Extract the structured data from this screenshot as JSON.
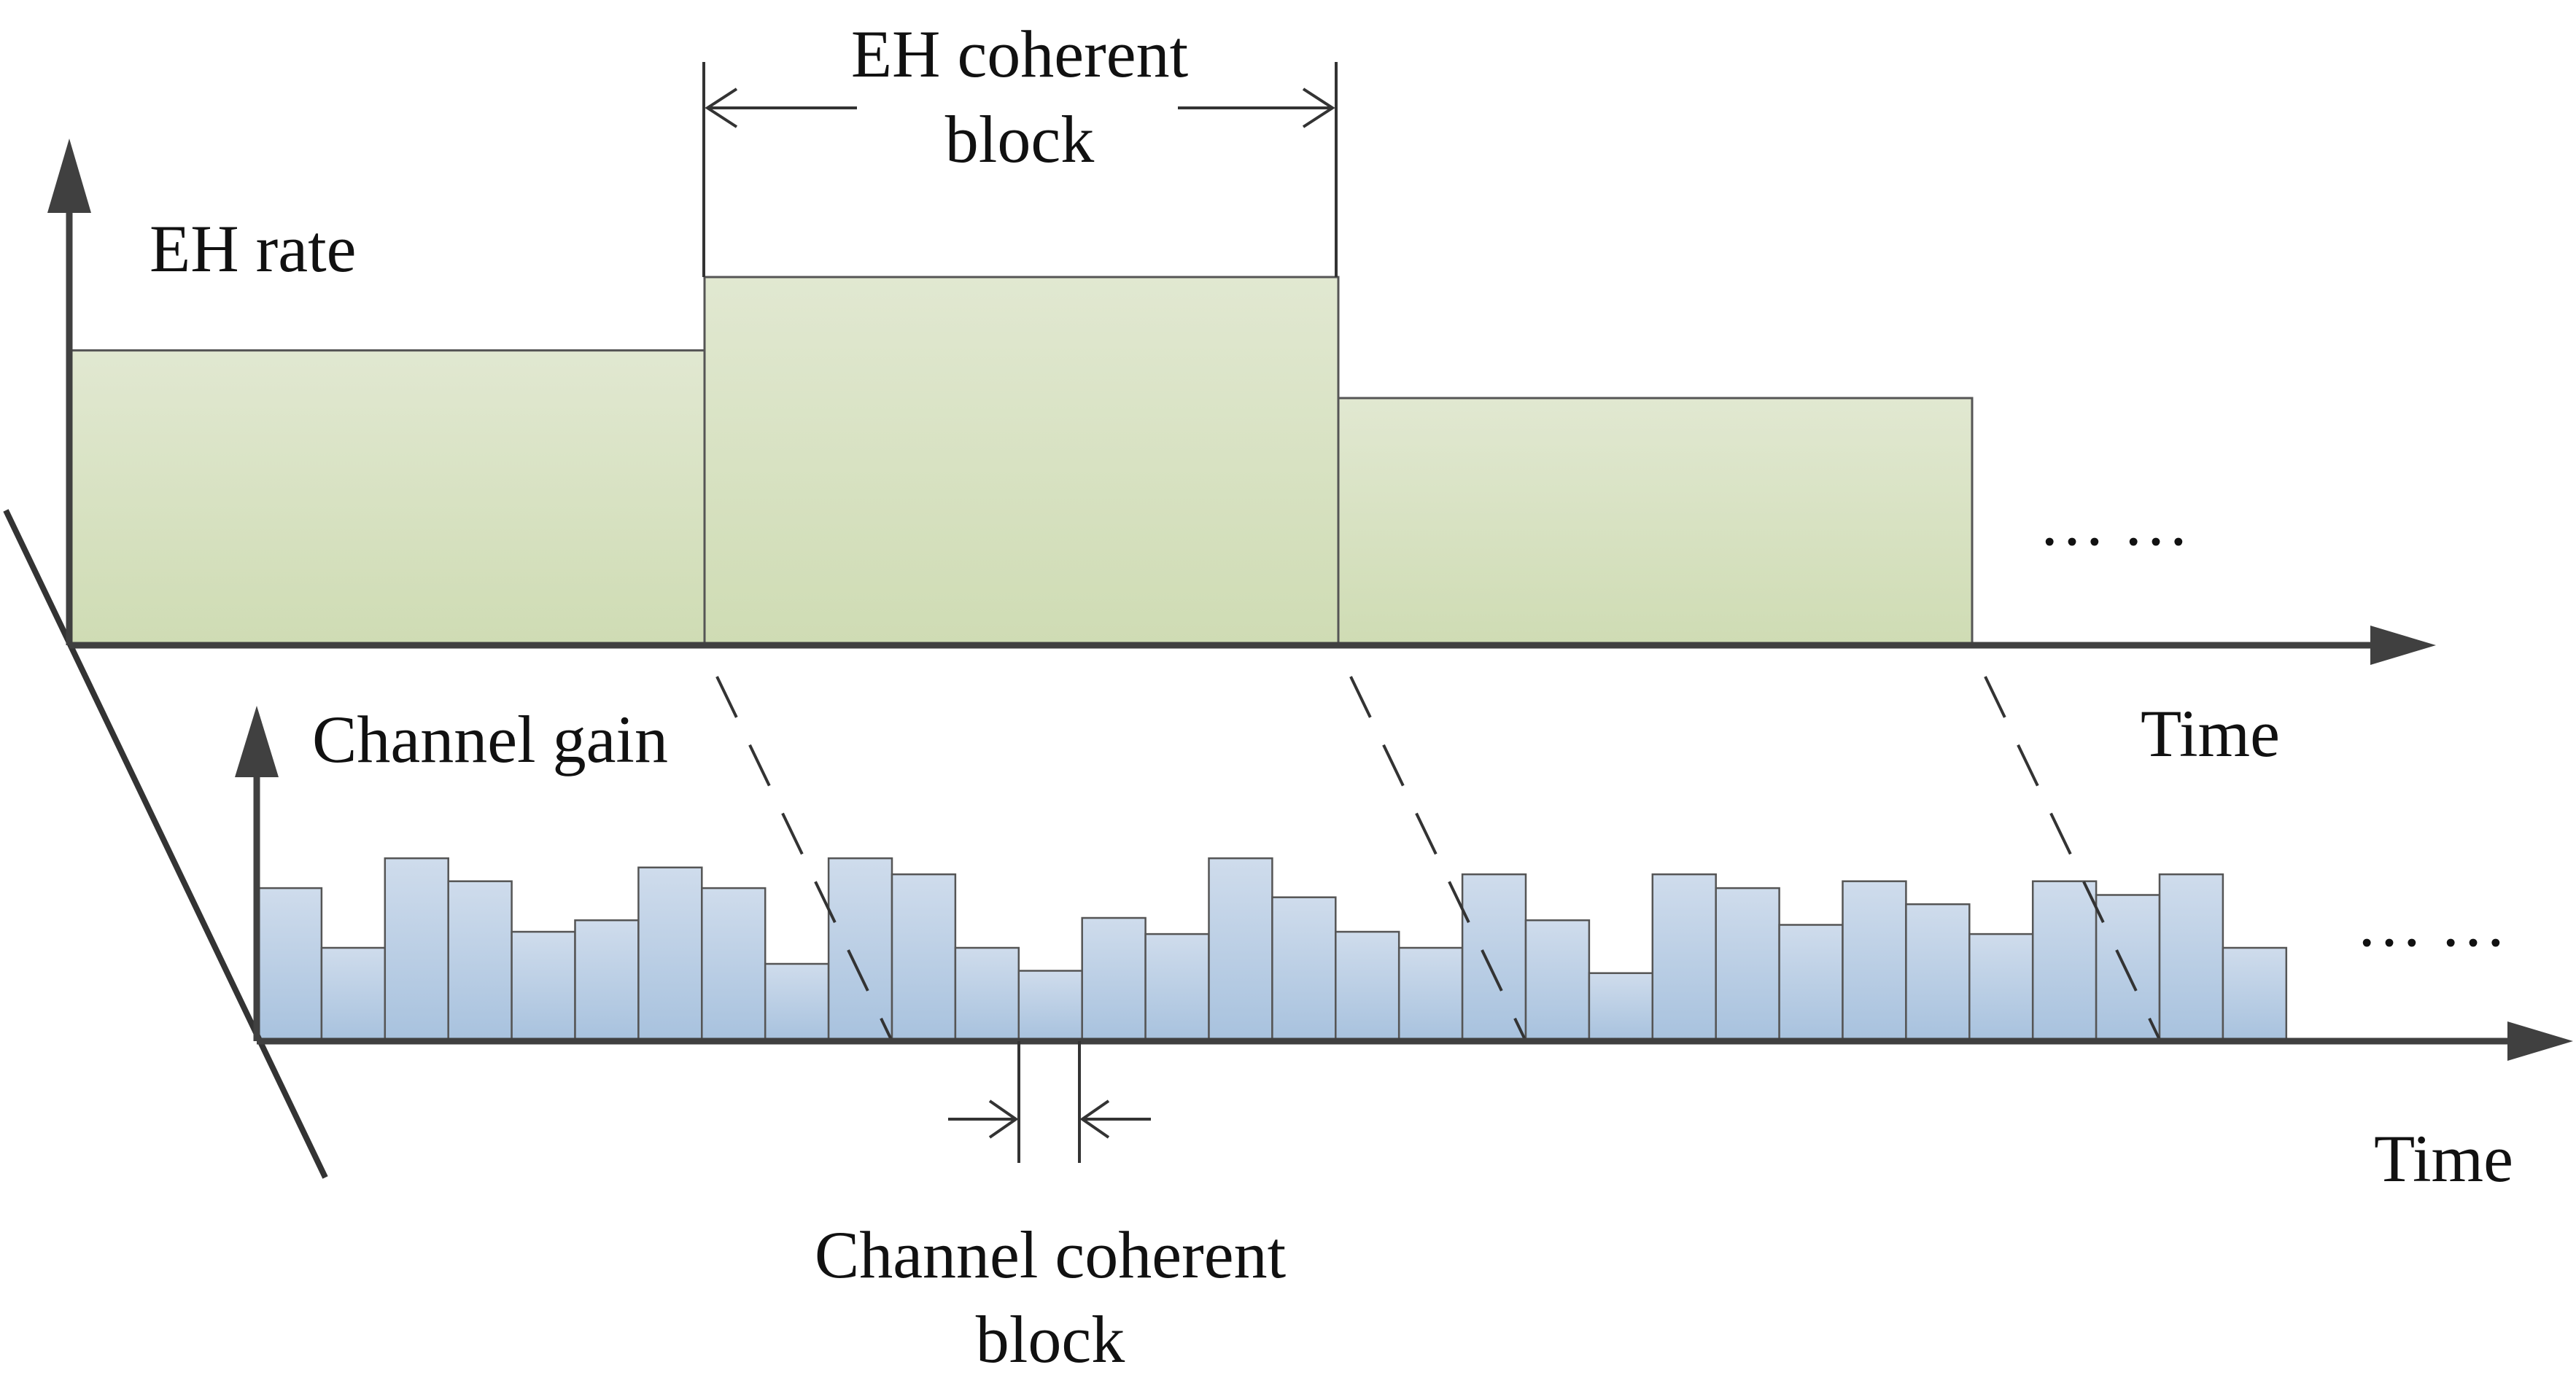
{
  "labels": {
    "eh_rate": "EH rate",
    "eh_coherent_line1": "EH coherent",
    "eh_coherent_line2": "block",
    "channel_gain": "Channel gain",
    "time_top": "Time",
    "time_bottom": "Time",
    "ellipsis_top": "… …",
    "ellipsis_bottom": "… …",
    "channel_coherent_line1": "Channel coherent",
    "channel_coherent_line2": "block"
  },
  "colors": {
    "eh_fill_top": "#e1e8d1",
    "eh_fill_bottom": "#cfdcb4",
    "ch_fill_top": "#cfdcec",
    "ch_fill_bottom": "#a8c2de",
    "axis": "#404040",
    "outline": "#555555"
  },
  "eh_rate_levels": [
    0.8,
    1.0,
    0.67
  ],
  "channel_gain_levels": [
    0.66,
    0.4,
    0.79,
    0.69,
    0.47,
    0.52,
    0.75,
    0.66,
    0.33,
    0.79,
    0.72,
    0.4,
    0.3,
    0.53,
    0.46,
    0.79,
    0.62,
    0.47,
    0.4,
    0.72,
    0.52,
    0.29,
    0.72,
    0.66,
    0.5,
    0.69,
    0.59,
    0.46,
    0.69,
    0.63,
    0.72,
    0.4
  ]
}
